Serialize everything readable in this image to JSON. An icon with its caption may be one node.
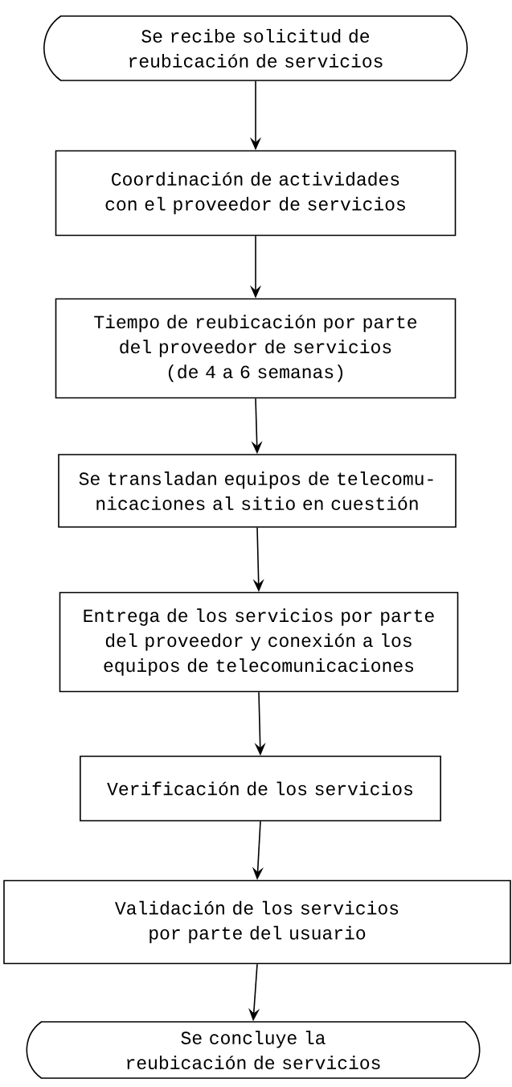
{
  "diagram": {
    "nodes": [
      {
        "text": [
          "Se recibe solicitud de reubicación de servicios"
        ]
      },
      {
        "text": [
          "Coordinación de actividades con el proveedor de servicios"
        ]
      },
      {
        "text": [
          "Tiempo de reubicación por parte del proveedor de servicios",
          "(de 4 a 6 semanas)"
        ]
      },
      {
        "text": [
          "Se transladan equipos de telecomu- nicaciones al sitio en cuestión"
        ]
      },
      {
        "text": [
          "Entrega de los servicios por parte del proveedor y conexión a los equipos de telecomunicaciones"
        ]
      },
      {
        "text": [
          "Verificación de los servicios"
        ]
      },
      {
        "text": [
          "Validación de los servicios por parte del usuario"
        ]
      },
      {
        "text": [
          "Se concluye la reubicación de servicios"
        ]
      }
    ],
    "edges": [
      {
        "from": 0,
        "to": 1,
        "arrow": "to"
      },
      {
        "from": 1,
        "to": 2,
        "arrow": "to"
      },
      {
        "from": 2,
        "to": 3,
        "arrow": "to"
      },
      {
        "from": 3,
        "to": 4,
        "arrow": "to"
      },
      {
        "from": 4,
        "to": 5,
        "arrow": "to"
      },
      {
        "from": 5,
        "to": 6,
        "arrow": "to"
      },
      {
        "from": 6,
        "to": 7,
        "arrow": "to"
      }
    ]
  }
}
